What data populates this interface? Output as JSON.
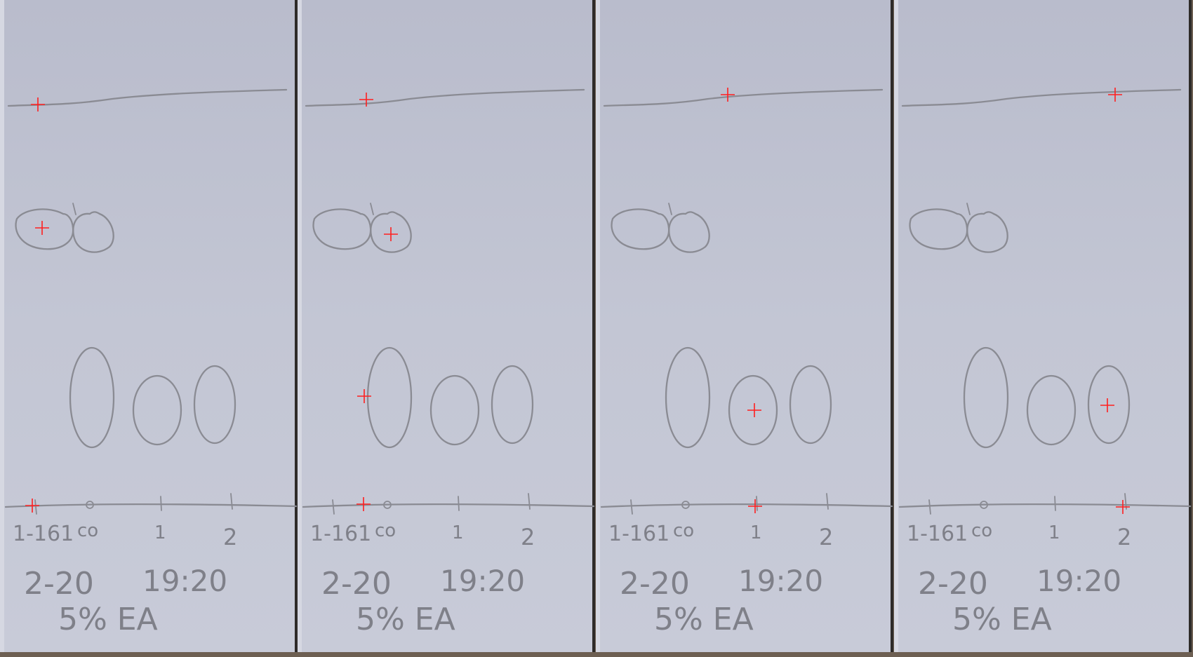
{
  "plate": {
    "lane_labels": [
      "1-161",
      "co",
      "1",
      "2"
    ],
    "date": "2-20",
    "time": "19:20",
    "solvent": "5% EA"
  },
  "panels": [
    {
      "marker_icon": "crosshair-icon"
    },
    {
      "marker_icon": "crosshair-icon"
    },
    {
      "marker_icon": "crosshair-icon"
    },
    {
      "marker_icon": "crosshair-icon"
    }
  ],
  "colors": {
    "paper": "#bfc3d2",
    "pencil": "#8a8b93",
    "marker": "#ff1f1f",
    "background": "#6d5f52"
  }
}
